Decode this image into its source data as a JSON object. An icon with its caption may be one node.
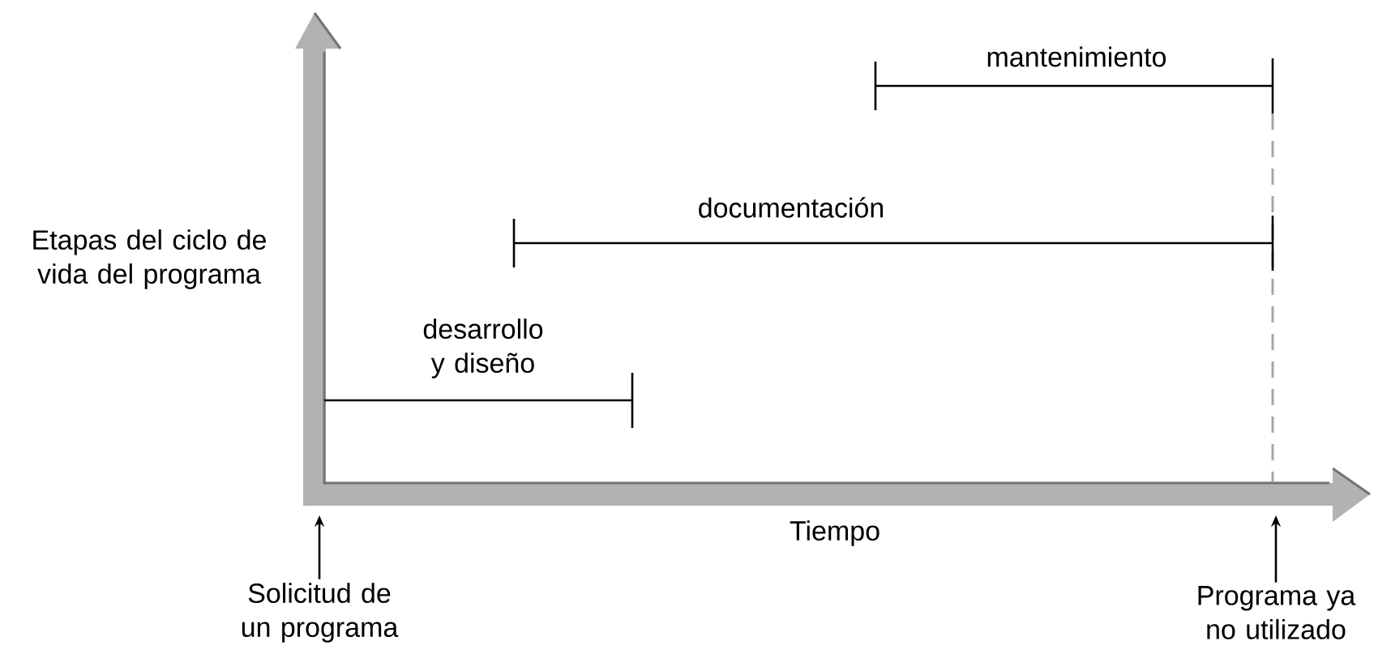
{
  "diagram": {
    "nodes": [
      {
        "text": [
          "Solicitud de un programa"
        ]
      },
      {
        "text": [
          "Programa ya no utilizado"
        ]
      }
    ],
    "edges": [
      {
        "from": 0,
        "to": null,
        "arrow": "to"
      },
      {
        "from": 1,
        "to": null,
        "arrow": "to"
      }
    ],
    "labels": [
      "mantenimiento",
      "Etapas del ciclo de vida del programa",
      "documentación",
      "desarrollo y diseño",
      "Tiempo"
    ]
  }
}
